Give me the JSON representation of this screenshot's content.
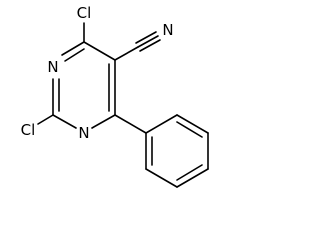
{
  "molecule": {
    "atoms": {
      "cl_top": "Cl",
      "cl_left": "Cl",
      "n_upper": "N",
      "n_lower": "N",
      "nitrile_n": "N"
    }
  }
}
